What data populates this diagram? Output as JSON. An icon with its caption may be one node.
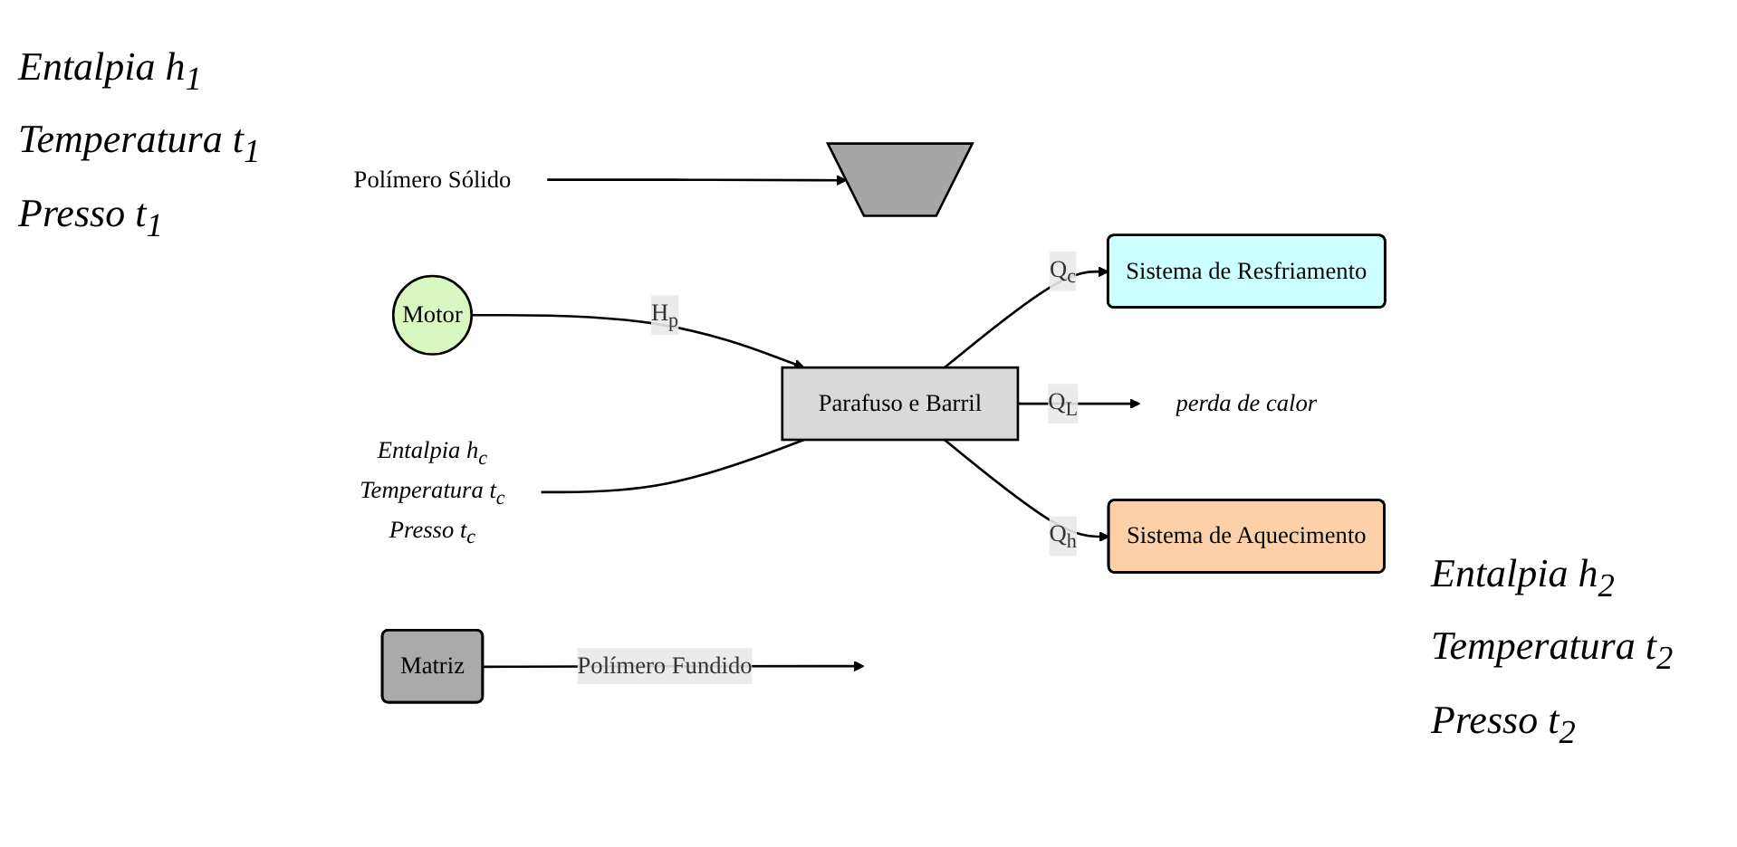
{
  "diagram": {
    "nodes": [
      {
        "text": [
          "Polímero Sólido"
        ]
      },
      {
        "text": [],
        "shape": "trapezoid"
      },
      {
        "text": [
          "Sistema de Resfriamento"
        ]
      },
      {
        "text": [
          "Motor"
        ]
      },
      {
        "text": [
          "Parafuso e Barril"
        ]
      },
      {
        "text": [
          "Matriz"
        ]
      },
      {
        "text": [
          "perda de calor"
        ]
      },
      {
        "text": [
          "Sistema de Aquecimento"
        ]
      },
      {
        "text": [
          "Entalpia h$_{c}$",
          "Temperatura t$_{c}$",
          "Presso t$_{c}$"
        ]
      }
    ],
    "edges": [
      {
        "from": 0,
        "to": 1,
        "arrow": "to"
      },
      {
        "from": 4,
        "to": 2,
        "arrow": "to",
        "label": "Q$_{c}$"
      },
      {
        "from": 4,
        "to": 6,
        "arrow": "to",
        "label": "Q$_{L}$"
      },
      {
        "from": 3,
        "to": 4,
        "arrow": "to",
        "label": "H$_{p}$"
      },
      {
        "from": 4,
        "to": 7,
        "arrow": "to",
        "label": "Q$_{h}$"
      },
      {
        "from": 5,
        "to": null,
        "arrow": "to",
        "label": "Polímero Fundido"
      },
      {
        "from": 8,
        "to": 4,
        "arrow": "none"
      }
    ],
    "labels": [
      "Entalpia h$_{1}$",
      "Temperatura t$_{1}$",
      "Presso t$_{1}$",
      "Entalpia h$_{2}$",
      "Temperatura t$_{2}$",
      "Presso t$_{2}$"
    ]
  }
}
